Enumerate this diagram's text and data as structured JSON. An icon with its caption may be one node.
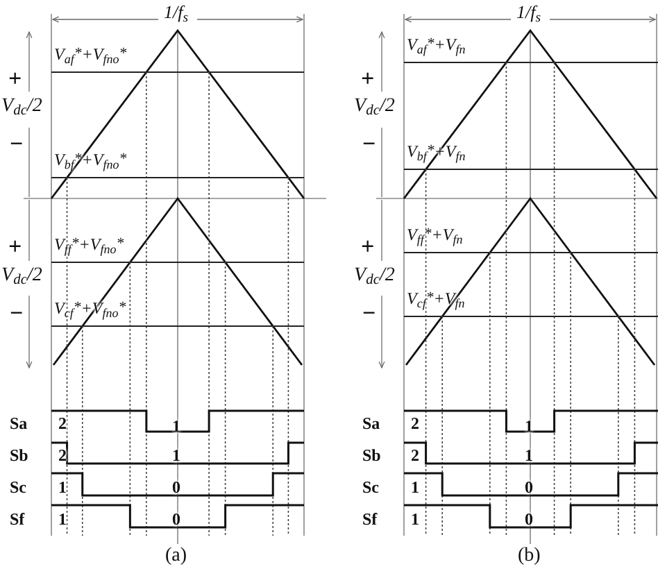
{
  "diagram": {
    "labels": [
      "1/f$_{s}$",
      "+",
      "V$_{dc}$/2",
      "−",
      "V$_{af}$$^{*}$+V$_{fno}$$^{*}$",
      "V$_{bf}$$^{*}$+V$_{fno}$$^{*}$",
      "+",
      "V$_{dc}$/2",
      "−",
      "V$_{ff}$$^{*}$+V$_{fno}$$^{*}$",
      "V$_{cf}$$^{*}$+V$_{fno}$$^{*}$",
      "Sa",
      "2",
      "1",
      "Sb",
      "2",
      "1",
      "Sc",
      "1",
      "0",
      "Sf",
      "1",
      "0",
      "(a)",
      "1/f$_{s}$",
      "+",
      "V$_{dc}$/2",
      "−",
      "V$_{af}$$^{*}$+V$_{fn}$",
      "V$_{bf}$$^{*}$+V$_{fn}$",
      "+",
      "V$_{dc}$/2",
      "−",
      "V$_{ff}$$^{*}$+V$_{fn}$",
      "V$_{cf}$$^{*}$+V$_{fn}$",
      "Sa",
      "2",
      "1",
      "Sb",
      "2",
      "1",
      "Sc",
      "1",
      "0",
      "Sf",
      "1",
      "0",
      "(b)"
    ]
  }
}
